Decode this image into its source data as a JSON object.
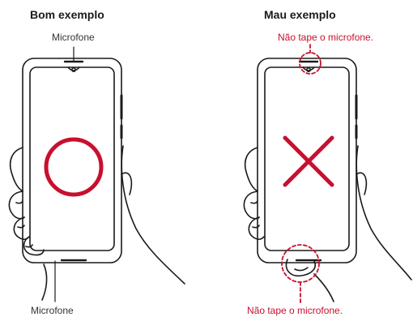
{
  "good": {
    "title": "Bom exemplo",
    "mic_top_label": "Microfone",
    "mic_bottom_label": "Microfone"
  },
  "bad": {
    "title": "Mau exemplo",
    "warning_top": "Não tape o microfone.",
    "warning_bottom": "Não tape o microfone."
  },
  "colors": {
    "accent": "#c8102e",
    "outline": "#1a1a1a"
  },
  "icons": {
    "good_mark": "circle-icon",
    "bad_mark": "cross-icon"
  }
}
